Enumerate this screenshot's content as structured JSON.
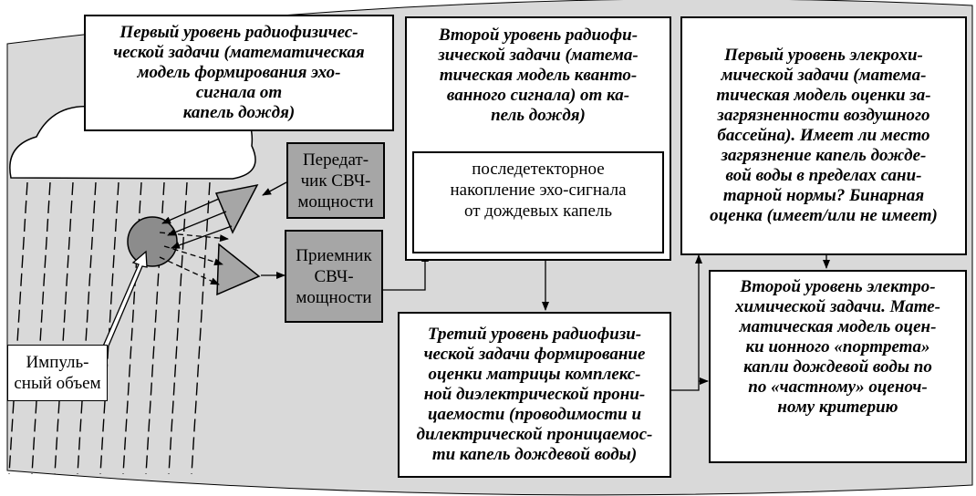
{
  "boxes": {
    "level1_radio": "Первый уровень радиофизичес-\nческой задачи (математическая\nмодель формирования эхо-\nсигнала от\nкапель дождя)",
    "level2_radio": "Второй уровень радиофи-\nзической задачи (матема-\nтическая модель кванто-\nванного сигнала) от ка-\nпель дождя)",
    "accumulation": "последетекторное\nнакопление эхо-сигнала\nот дождевых капель",
    "level1_electro": "Первый уровень элекрохи-\nмической задачи (матема-\nтическая модель оценки за-\nзагрязненности воздушного\nбассейна). Имеет ли место\nзагрязнение капель дожде-\nвой воды в пределах сани-\nтарной нормы? Бинарная\nоценка (имеет/или не имеет)",
    "level2_electro": "Второй уровень электро-\nхимической задачи. Мате-\nматическая модель оцен-\nки ионного «портрета»\nкапли дождевой воды по\nпо «частному» оценоч-\nному критерию",
    "level3_radio": "Третий уровень радиофизи-\nческой задачи формирование\nоценки матрицы комплекс-\nной диэлектрической прони-\nцаемости (проводимости и\nдилектрической проницаемос-\nти капель дождевой воды)",
    "transmitter": "Передат-\nчик СВЧ-\nмощности",
    "receiver": "Приемник\nСВЧ-\nмощности",
    "pulse_volume": "Импуль-\nсный объем"
  },
  "colors": {
    "panel": "#d9d9d9",
    "device_fill": "#a6a6a6",
    "sphere_fill": "#8c8c8c",
    "line": "#000000"
  }
}
